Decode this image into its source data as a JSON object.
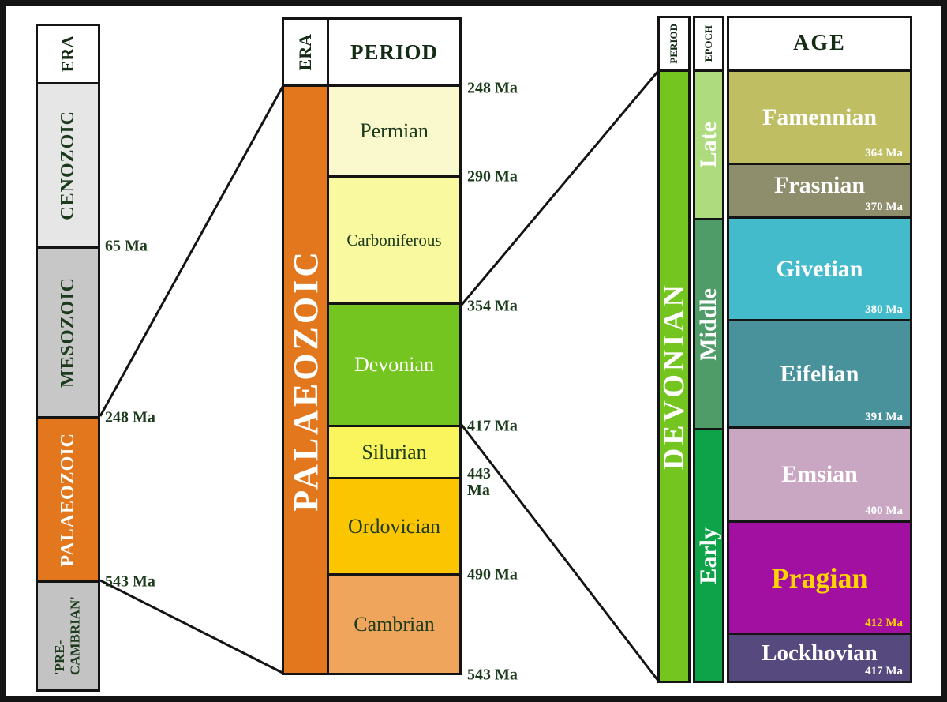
{
  "left": {
    "header": "ERA",
    "eras": [
      {
        "name": "CENOZOIC",
        "color": "#e6e6e6"
      },
      {
        "name": "MESOZOIC",
        "color": "#c7c7c7"
      },
      {
        "name": "PALAEOZOIC",
        "color": "#e2771d"
      },
      {
        "name": "'PRE-CAMBRIAN'",
        "line1": "'PRE-",
        "line2": "CAMBRIAN'",
        "color": "#c3c3c3"
      }
    ],
    "boundaries": [
      {
        "label": "65 Ma"
      },
      {
        "label": "248 Ma"
      },
      {
        "label": "543 Ma"
      }
    ]
  },
  "middle": {
    "era_header": "ERA",
    "period_header": "PERIOD",
    "era_name": "PALAEOZOIC",
    "era_color": "#e2771d",
    "periods": [
      {
        "name": "Permian",
        "color": "#faf9cd"
      },
      {
        "name": "Carboniferous",
        "color": "#f9f99f"
      },
      {
        "name": "Devonian",
        "color": "#74c51f"
      },
      {
        "name": "Silurian",
        "color": "#faf55c"
      },
      {
        "name": "Ordovician",
        "color": "#fcc501"
      },
      {
        "name": "Cambrian",
        "color": "#efa55c"
      }
    ],
    "boundaries": [
      {
        "label": "248 Ma"
      },
      {
        "label": "290 Ma"
      },
      {
        "label": "354 Ma"
      },
      {
        "label": "417 Ma"
      },
      {
        "label": "443 Ma",
        "line1": "443",
        "line2": "Ma"
      },
      {
        "label": "490 Ma"
      },
      {
        "label": "543 Ma"
      }
    ]
  },
  "right": {
    "period_header": "PERIOD",
    "epoch_header": "EPOCH",
    "age_header": "AGE",
    "period_name": "DEVONIAN",
    "period_color": "#74c51f",
    "epochs": [
      {
        "name": "Late",
        "color": "#aedb7e"
      },
      {
        "name": "Middle",
        "color": "#4f9c68"
      },
      {
        "name": "Early",
        "color": "#0fa349"
      }
    ],
    "ages": [
      {
        "name": "Famennian",
        "ma": "364 Ma",
        "color": "#bfbe63"
      },
      {
        "name": "Frasnian",
        "ma": "370 Ma",
        "color": "#8e8e6d"
      },
      {
        "name": "Givetian",
        "ma": "380 Ma",
        "color": "#44bbcb"
      },
      {
        "name": "Eifelian",
        "ma": "391 Ma",
        "color": "#4a929b"
      },
      {
        "name": "Emsian",
        "ma": "400 Ma",
        "color": "#c9a7c3"
      },
      {
        "name": "Pragian",
        "ma": "412 Ma",
        "color": "#a110a0",
        "text_color": "#ffd400"
      },
      {
        "name": "Lockhovian",
        "ma": "417 Ma",
        "color": "#55497d"
      }
    ]
  },
  "colors": {
    "border": "#141414",
    "label_dark_green": "#1c3b1c",
    "header_text": "#142b14",
    "white_text": "#ffffff",
    "pragian_yellow": "#ffd400"
  }
}
